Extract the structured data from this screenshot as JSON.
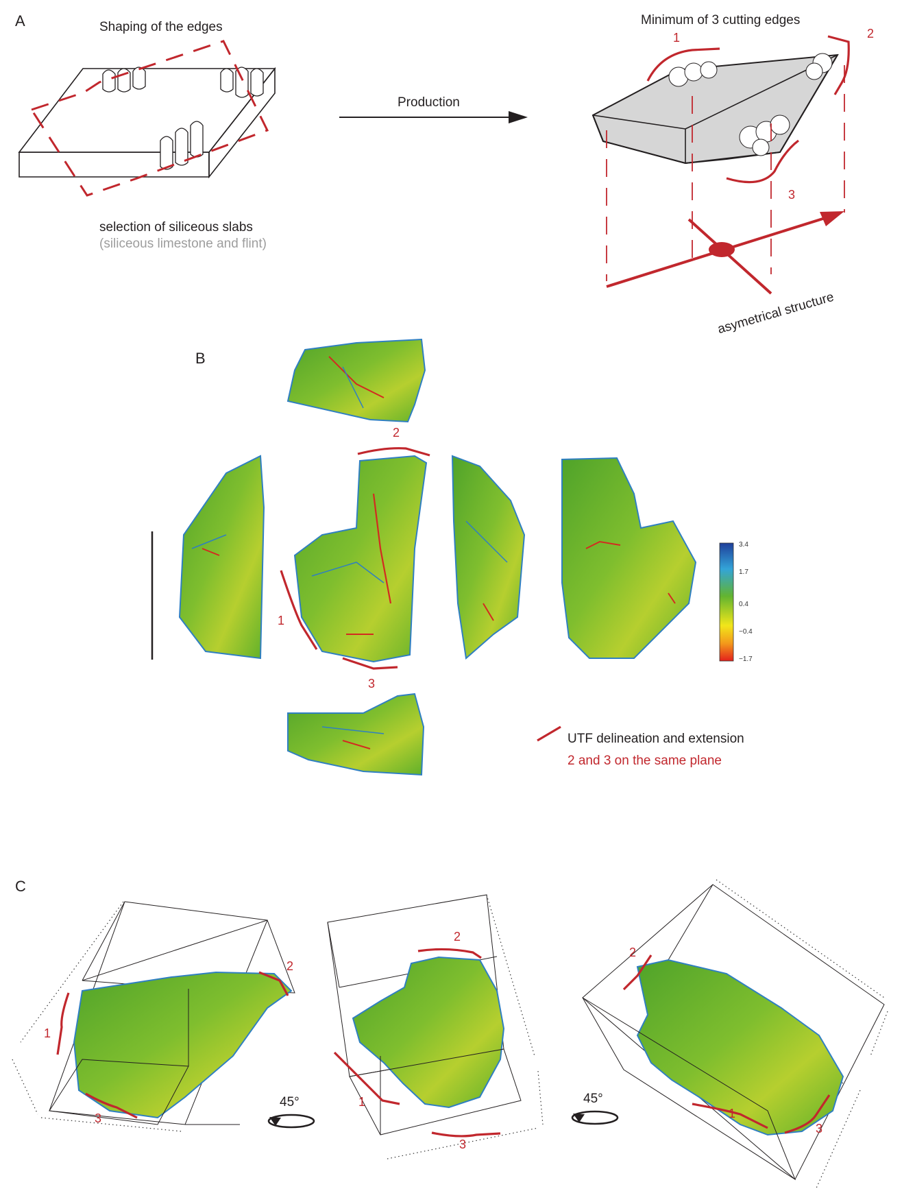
{
  "panelA": {
    "letter": "A",
    "left_title": "Shaping of the edges",
    "left_caption": "selection of siliceous slabs",
    "left_subcaption": "(siliceous limestone and flint)",
    "arrow_label": "Production",
    "right_title": "Minimum of 3 cutting edges",
    "edge_numbers": [
      "1",
      "2",
      "3"
    ],
    "bottom_label": "asymetrical structure"
  },
  "panelB": {
    "letter": "B",
    "edge_numbers": [
      "1",
      "2",
      "3"
    ],
    "legend_line1": "UTF delineation and extension",
    "legend_line2": "2 and 3 on the same plane",
    "colorbar_ticks": [
      "3.4",
      "1.7",
      "0.4",
      "−0.4",
      "−1.7"
    ]
  },
  "panelC": {
    "letter": "C",
    "rotation_labels": [
      "45°",
      "45°"
    ],
    "view1": {
      "edge_numbers": [
        "1",
        "2",
        "3"
      ]
    },
    "view2": {
      "edge_numbers": [
        "1",
        "2",
        "3"
      ]
    },
    "view3": {
      "edge_numbers": [
        "1",
        "2",
        "3"
      ]
    }
  },
  "colors": {
    "red": "#c1272d",
    "green": "#5fb02a",
    "blue": "#2f7fc1",
    "gray": "#d6d6d6"
  }
}
